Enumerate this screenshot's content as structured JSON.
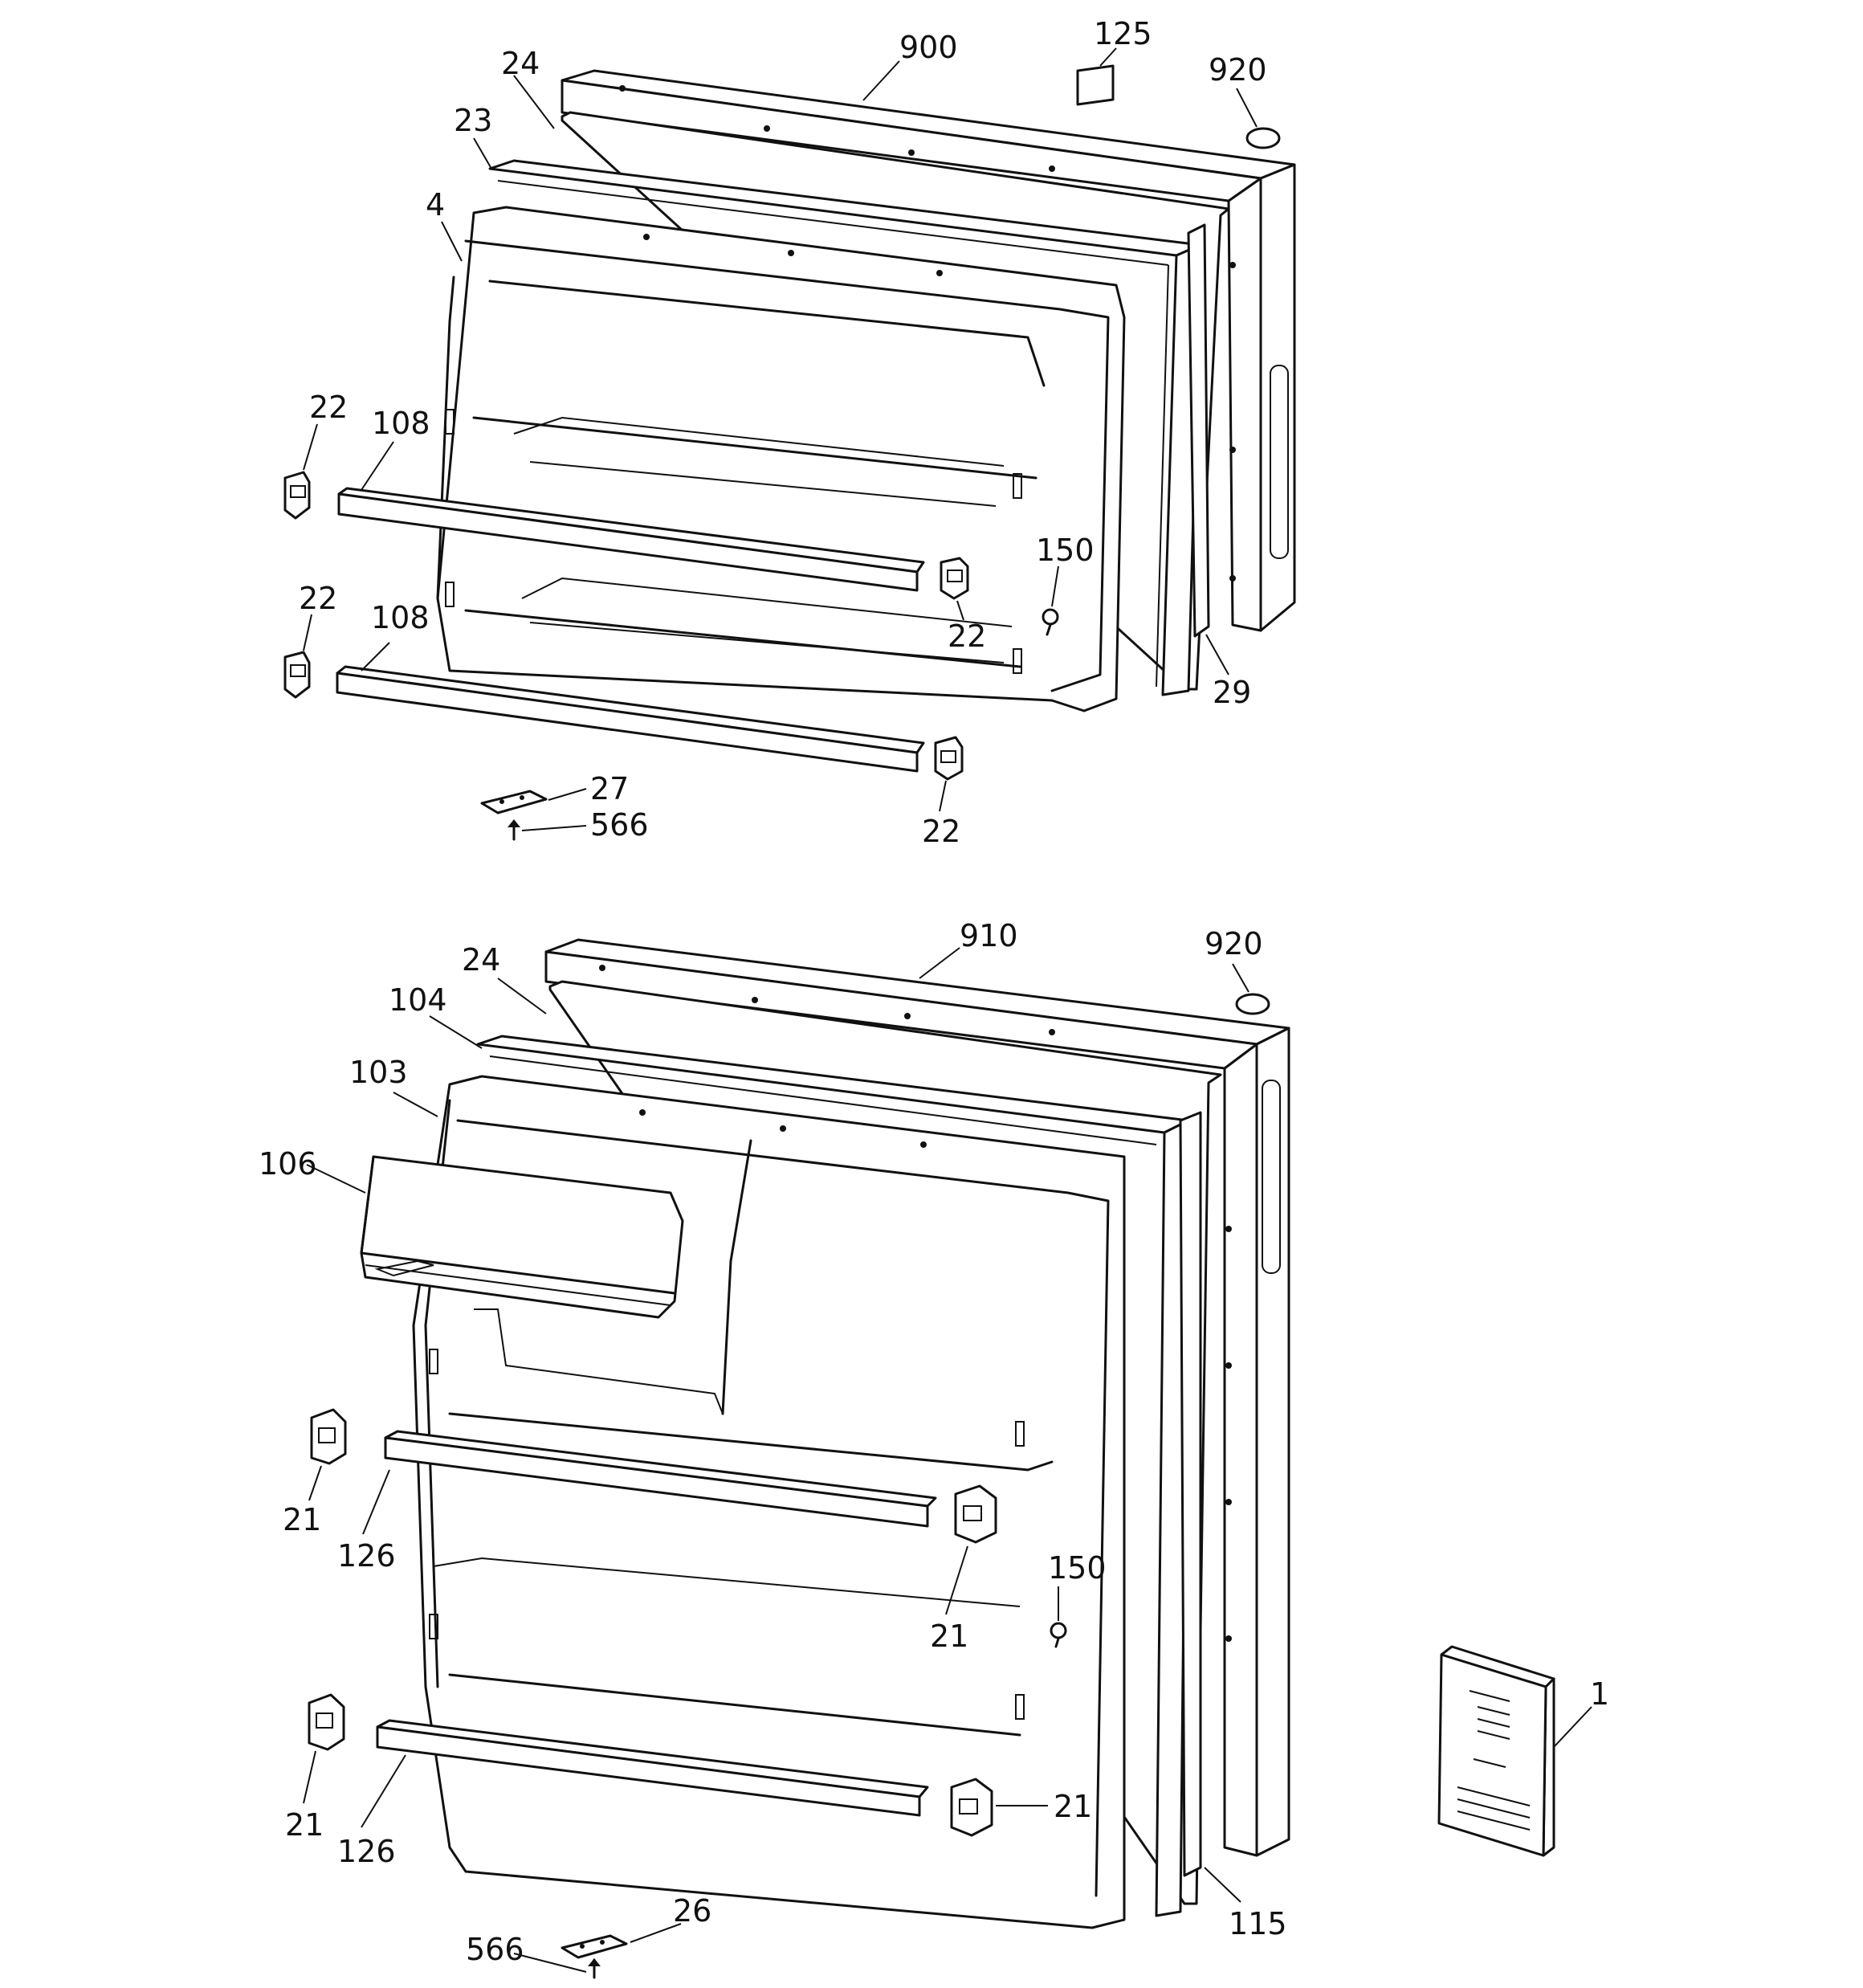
{
  "callouts": {
    "top": {
      "c900": "900",
      "c125": "125",
      "c920": "920",
      "c24": "24",
      "c23": "23",
      "c4": "4",
      "c22a": "22",
      "c108a": "108",
      "c150": "150",
      "c22b": "22",
      "c22c": "22",
      "c108b": "108",
      "c29": "29",
      "c27": "27",
      "c566": "566",
      "c22d": "22"
    },
    "bottom": {
      "c910": "910",
      "c920": "920",
      "c24": "24",
      "c104": "104",
      "c103": "103",
      "c106": "106",
      "c21a": "21",
      "c126a": "126",
      "c150": "150",
      "c21b": "21",
      "c21c": "21",
      "c126b": "126",
      "c21d": "21",
      "c115": "115",
      "c26": "26",
      "c566": "566",
      "c1": "1"
    }
  }
}
